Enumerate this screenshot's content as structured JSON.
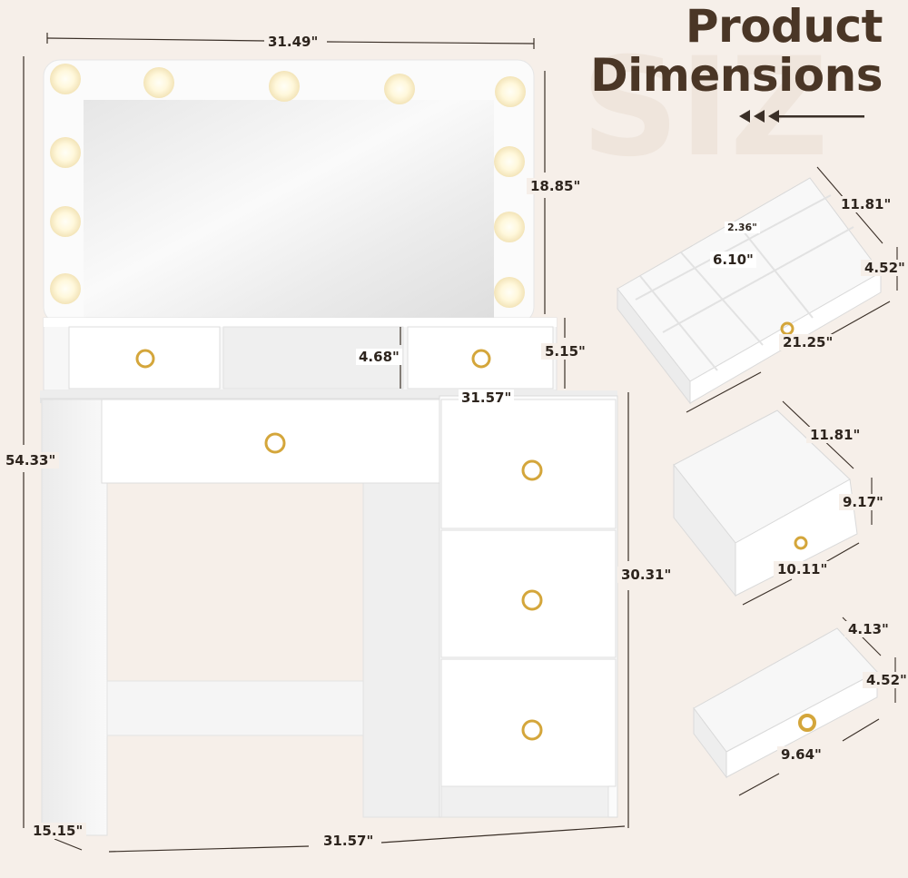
{
  "title": {
    "line1": "Product",
    "line2": "Dimensions"
  },
  "dimensions": {
    "top_width": "31.49\"",
    "mirror_height": "18.85\"",
    "total_height": "54.33\"",
    "shelf_height": "4.68\"",
    "small_drawer_height": "5.15\"",
    "desk_width": "31.57\"",
    "desk_height": "30.31\"",
    "bottom_width": "31.57\"",
    "depth": "15.15\""
  },
  "drawer_organizer": {
    "depth": "11.81\"",
    "divider": "2.36\"",
    "compartment": "6.10\"",
    "height": "4.52\"",
    "width": "21.25\""
  },
  "drawer_deep": {
    "depth": "11.81\"",
    "height": "9.17\"",
    "width": "10.11\""
  },
  "drawer_shallow": {
    "depth": "4.13\"",
    "height": "4.52\"",
    "width": "9.64\""
  },
  "colors": {
    "title": "#4a3626",
    "background": "#f6efe9",
    "furniture": "#ffffff",
    "handle": "#d4a63b"
  },
  "icons": [
    "arrow-left-icon",
    "bulb-icon",
    "ring-handle-icon"
  ]
}
